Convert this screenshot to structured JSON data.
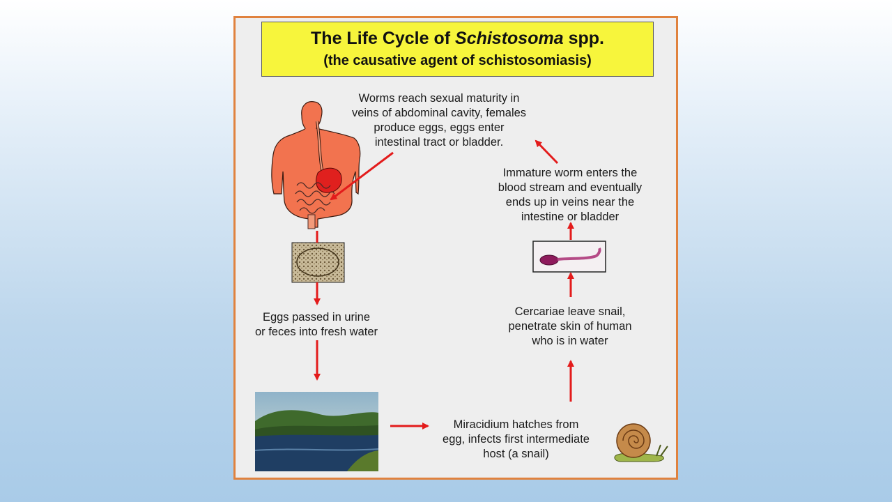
{
  "diagram": {
    "title_prefix": "The Life Cycle of ",
    "title_genus": "Schistosoma",
    "title_suffix": " spp.",
    "subtitle": "(the causative agent of schistosomiasis)",
    "steps": {
      "worms_mature": [
        "Worms reach sexual maturity in",
        "veins of abdominal cavity, females",
        "produce eggs, eggs enter",
        "intestinal tract or bladder."
      ],
      "eggs_passed": [
        "Eggs passed in urine",
        "or feces into fresh water"
      ],
      "miracidium": [
        "Miracidium hatches from",
        "egg, infects first intermediate",
        "host (a snail)"
      ],
      "cercariae": [
        "Cercariae leave snail,",
        "penetrate skin of human",
        "who is in water"
      ],
      "immature_worm": [
        "Immature worm enters the",
        "blood stream and eventually",
        "ends up in veins near the",
        "intestine or bladder"
      ]
    },
    "colors": {
      "arrow": "#e31b1b",
      "frame": "#e0823e",
      "title_bg": "#f7f53c",
      "body": "#f2734f"
    }
  }
}
